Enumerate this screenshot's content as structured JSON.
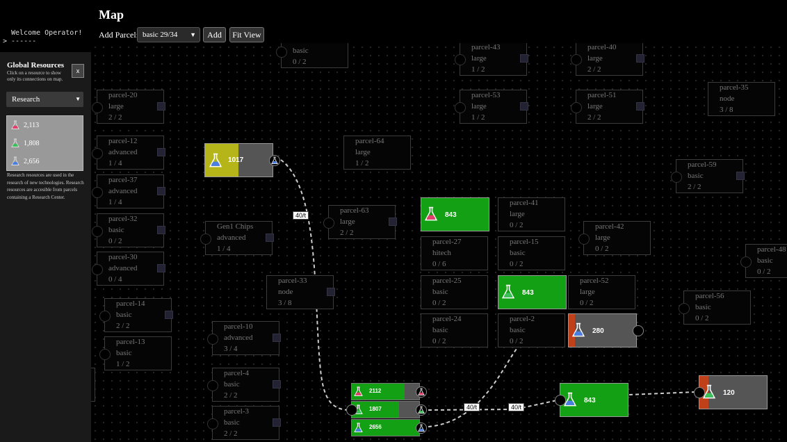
{
  "console": {
    "line1": "Welcome Operator!",
    "line2": "> ------"
  },
  "header": {
    "title": "Map",
    "add_parcel_label": "Add Parcel:",
    "parcel_select_value": "basic 29/34",
    "add_button": "Add",
    "fit_view_button": "Fit View"
  },
  "panel": {
    "title": "Global Resources",
    "subtitle": "Click on a resource to show only its connections on map.",
    "close_label": "x",
    "resource_select": "Research",
    "resources": [
      {
        "icon": "red-flask-icon",
        "color": "#e0406a",
        "value": "2,113"
      },
      {
        "icon": "green-flask-icon",
        "color": "#3cc05a",
        "value": "1,808"
      },
      {
        "icon": "blue-flask-icon",
        "color": "#4a7ee0",
        "value": "2,656"
      }
    ],
    "note": "Research resources are used in the research of new technologies. Research resources are accesible from parcels containing a Research Center."
  },
  "parcels": [
    {
      "name": "",
      "type": "basic",
      "count": "0 / 2"
    },
    {
      "name": "parcel-43",
      "type": "large",
      "count": "1 / 2"
    },
    {
      "name": "parcel-40",
      "type": "large",
      "count": "2 / 2"
    },
    {
      "name": "parcel-20",
      "type": "large",
      "count": "2 / 2"
    },
    {
      "name": "parcel-53",
      "type": "large",
      "count": "1 / 2"
    },
    {
      "name": "parcel-51",
      "type": "large",
      "count": "2 / 2"
    },
    {
      "name": "parcel-35",
      "type": "node",
      "count": "3 / 8"
    },
    {
      "name": "parcel-12",
      "type": "advanced",
      "count": "1 / 4"
    },
    {
      "name": "parcel-64",
      "type": "large",
      "count": "1 / 2"
    },
    {
      "name": "parcel-59",
      "type": "basic",
      "count": "2 / 2"
    },
    {
      "name": "parcel-37",
      "type": "advanced",
      "count": "1 / 4"
    },
    {
      "name": "parcel-63",
      "type": "large",
      "count": "2 / 2"
    },
    {
      "name": "parcel-41",
      "type": "large",
      "count": "0 / 2"
    },
    {
      "name": "parcel-32",
      "type": "basic",
      "count": "0 / 2"
    },
    {
      "name": "Gen1 Chips",
      "type": "advanced",
      "count": "1 / 4"
    },
    {
      "name": "parcel-42",
      "type": "large",
      "count": "0 / 2"
    },
    {
      "name": "parcel-27",
      "type": "hitech",
      "count": "0 / 6"
    },
    {
      "name": "parcel-15",
      "type": "basic",
      "count": "0 / 2"
    },
    {
      "name": "parcel-48",
      "type": "basic",
      "count": "0 / 2"
    },
    {
      "name": "parcel-30",
      "type": "advanced",
      "count": "0 / 4"
    },
    {
      "name": "parcel-33",
      "type": "node",
      "count": "3 / 8"
    },
    {
      "name": "parcel-25",
      "type": "basic",
      "count": "0 / 2"
    },
    {
      "name": "parcel-52",
      "type": "large",
      "count": "0 / 2"
    },
    {
      "name": "parcel-56",
      "type": "basic",
      "count": "0 / 2"
    },
    {
      "name": "parcel-14",
      "type": "basic",
      "count": "2 / 2"
    },
    {
      "name": "parcel-24",
      "type": "basic",
      "count": "0 / 2"
    },
    {
      "name": "parcel-2",
      "type": "basic",
      "count": "0 / 2"
    },
    {
      "name": "parcel-10",
      "type": "advanced",
      "count": "3 / 4"
    },
    {
      "name": "parcel-13",
      "type": "basic",
      "count": "1 / 2"
    },
    {
      "name": "parcel-4",
      "type": "basic",
      "count": "2 / 2"
    },
    {
      "name": "parcel-3",
      "type": "basic",
      "count": "2 / 2"
    }
  ],
  "facilities": [
    {
      "value": "1017",
      "flask": "blue-flask-icon",
      "fill_percent": 50,
      "color": "#b5b51a"
    },
    {
      "value": "843",
      "flask": "red-flask-icon",
      "fill_percent": 100,
      "color": "#14a014"
    },
    {
      "value": "843",
      "flask": "green-flask-icon",
      "fill_percent": 100,
      "color": "#14a014"
    },
    {
      "value": "280",
      "flask": "blue-flask-icon",
      "fill_percent": 10,
      "color": "#c0401a"
    },
    {
      "value": "843",
      "flask": "blue-flask-icon",
      "fill_percent": 100,
      "color": "#14a014"
    },
    {
      "value": "120",
      "flask": "green-flask-icon",
      "fill_percent": 15,
      "color": "#c0401a"
    },
    {
      "value": "2112",
      "flask": "red-flask-icon",
      "fill_percent": 80,
      "color": "#14a014"
    },
    {
      "value": "1807",
      "flask": "green-flask-icon",
      "fill_percent": 70,
      "color": "#14a014"
    },
    {
      "value": "2656",
      "flask": "blue-flask-icon",
      "fill_percent": 100,
      "color": "#14a014"
    }
  ],
  "rates": [
    "40/t",
    "40/t",
    "40/t"
  ]
}
